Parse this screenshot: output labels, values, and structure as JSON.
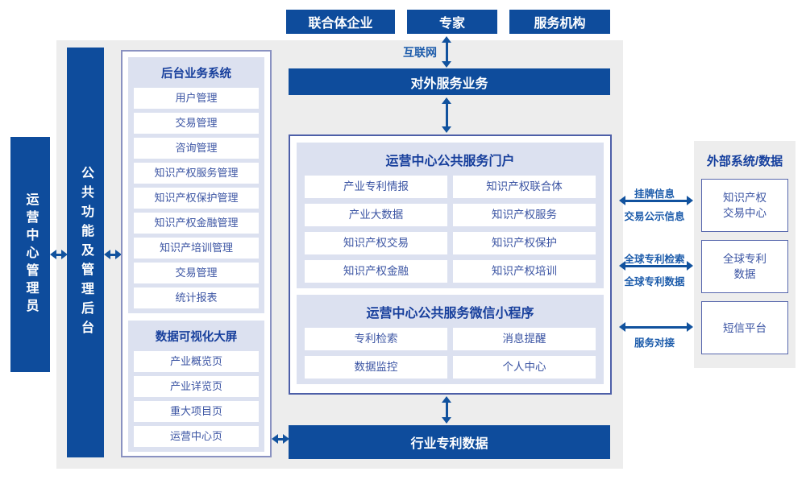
{
  "palette": {
    "dark_blue": "#0e4c9c",
    "arrow_blue": "#11529e",
    "lavender": "#dce1f0",
    "panel_gray": "#ededed",
    "outer_border": "#8a92c1",
    "portal_border": "#4d5fa8",
    "item_text": "#3b54a3",
    "header_text": "#173f9c",
    "label_text": "#1d5cab"
  },
  "top_actors": [
    {
      "label": "联合体企业"
    },
    {
      "label": "专家"
    },
    {
      "label": "服务机构"
    }
  ],
  "internet_label": "互联网",
  "external_service_bar": "对外服务业务",
  "admin_bar": "运营中心管理员",
  "public_functions_bar": "公共功能及管理后台",
  "backend_system": {
    "title": "后台业务系统",
    "items": [
      "用户管理",
      "交易管理",
      "咨询管理",
      "知识产权服务管理",
      "知识产权保护管理",
      "知识产权金融管理",
      "知识产培训管理",
      "交易管理",
      "统计报表"
    ]
  },
  "dataviz": {
    "title": "数据可视化大屏",
    "items": [
      "产业概览页",
      "产业详览页",
      "重大项目页",
      "运营中心页"
    ]
  },
  "portal": {
    "title": "运营中心公共服务门户",
    "items": [
      "产业专利情报",
      "知识产权联合体",
      "产业大数据",
      "知识产权服务",
      "知识产权交易",
      "知识产权保护",
      "知识产权金融",
      "知识产权培训"
    ]
  },
  "miniprogram": {
    "title": "运营中心公共服务微信小程序",
    "items": [
      "专利检索",
      "消息提醒",
      "数据监控",
      "个人中心"
    ]
  },
  "industry_bar": "行业专利数据",
  "external_panel": {
    "title": "外部系统/数据",
    "systems": [
      {
        "line1": "知识产权",
        "line2": "交易中心"
      },
      {
        "line1": "全球专利",
        "line2": "数据"
      },
      {
        "line1": "短信平台",
        "line2": ""
      }
    ]
  },
  "connections": [
    {
      "label_top": "挂牌信息",
      "label_bottom": "交易公示信息"
    },
    {
      "label_top": "全球专利检索",
      "label_bottom": "全球专利数据"
    },
    {
      "label_top": "",
      "label_bottom": "服务对接"
    }
  ]
}
